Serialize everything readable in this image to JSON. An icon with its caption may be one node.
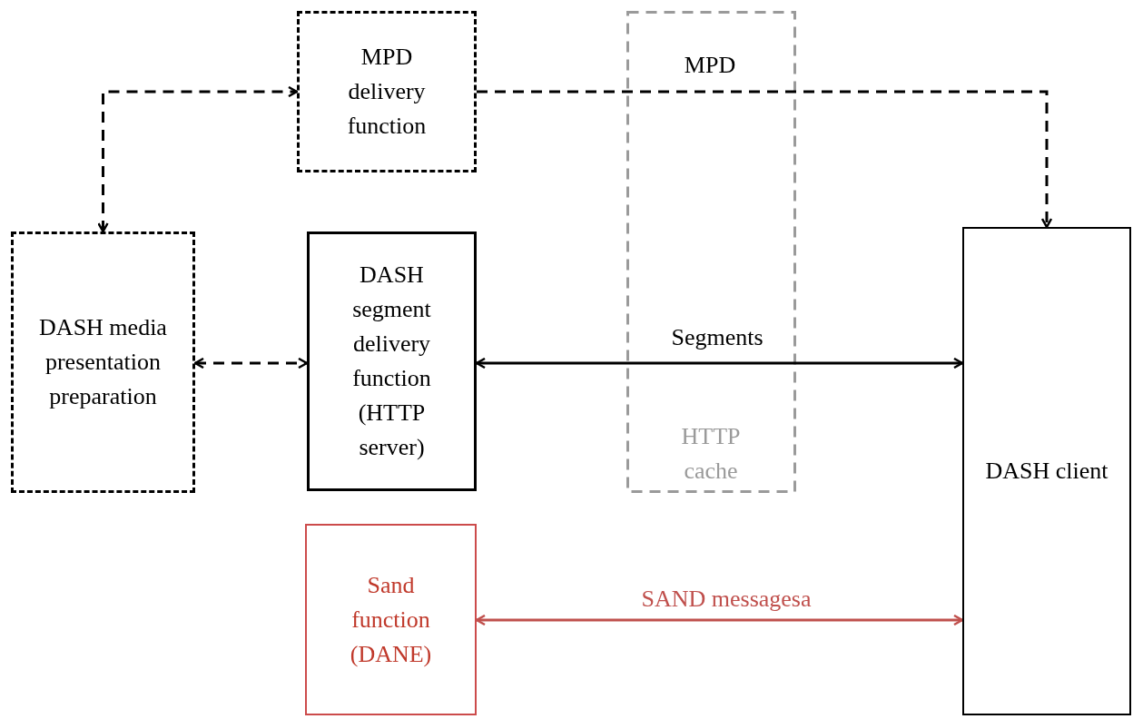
{
  "diagram": {
    "nodes": [
      {
        "text": [
          "MPD delivery function"
        ]
      },
      {
        "text": [
          "DASH media presentation preparation"
        ]
      },
      {
        "text": [
          "DASH segment delivery function (HTTP server)"
        ]
      },
      {
        "text": [
          "DASH client"
        ]
      },
      {
        "text": [
          "Sand function (DANE)"
        ]
      }
    ],
    "edges": [
      {
        "from": 1,
        "to": 0,
        "arrow": "both",
        "style": "dashed"
      },
      {
        "from": 0,
        "to": 3,
        "arrow": "to",
        "style": "dashed",
        "label": "MPD"
      },
      {
        "from": 1,
        "to": 2,
        "arrow": "both",
        "style": "dashed"
      },
      {
        "from": 2,
        "to": 3,
        "arrow": "both",
        "label": "Segments"
      },
      {
        "from": 4,
        "to": 3,
        "arrow": "both",
        "label": "SAND messagesa",
        "color": "#c0504d"
      }
    ],
    "labels": [
      "HTTP cache"
    ]
  }
}
